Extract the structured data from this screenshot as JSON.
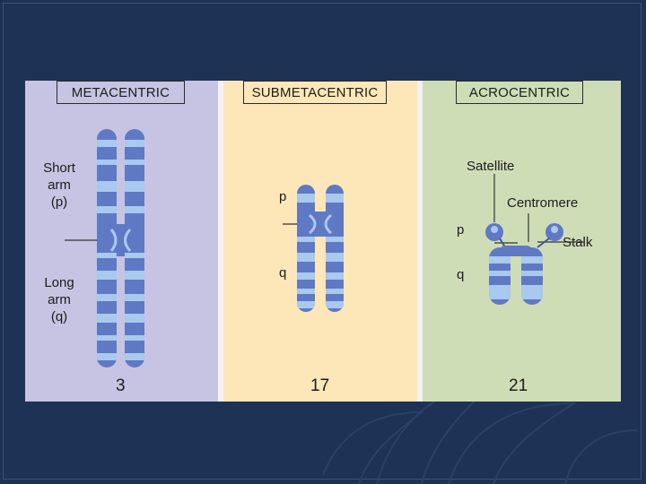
{
  "panels": [
    {
      "type_label": "METACENTRIC",
      "chromosome_number": "3",
      "labels": {
        "short_arm": [
          "Short",
          "arm",
          "(p)"
        ],
        "long_arm": [
          "Long",
          "arm",
          "(q)"
        ]
      }
    },
    {
      "type_label": "SUBMETACENTRIC",
      "chromosome_number": "17",
      "labels": {
        "p": "p",
        "q": "q"
      }
    },
    {
      "type_label": "ACROCENTRIC",
      "chromosome_number": "21",
      "labels": {
        "satellite": "Satellite",
        "centromere": "Centromere",
        "stalk": "Stalk",
        "p": "p",
        "q": "q"
      }
    }
  ],
  "colors": {
    "background": "#1d3254",
    "metacentric_panel": "#c6c4e2",
    "submetacentric_panel": "#fde7b8",
    "acrocentric_panel": "#cfddb7",
    "chromatid_dark": "#5f79c4",
    "chromatid_light": "#a9c9ee"
  }
}
